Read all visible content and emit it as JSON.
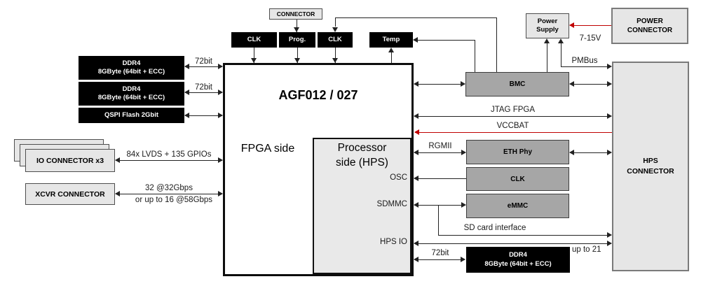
{
  "colors": {
    "red": "#c00000",
    "black_box": "#000000",
    "gray_box": "#a6a6a6",
    "light_box": "#e6e6e6",
    "inner_box": "#e9e9e9",
    "line": "#222222"
  },
  "top": {
    "connector": "CONNECTOR",
    "clk_left": "CLK",
    "prog": "Prog.",
    "clk_right": "CLK",
    "temp": "Temp"
  },
  "left": {
    "ddr4_top": {
      "line1": "DDR4",
      "line2": "8GByte (64bit + ECC)"
    },
    "ddr4_mid": {
      "line1": "DDR4",
      "line2": "8GByte (64bit + ECC)"
    },
    "qspi": "QSPI Flash 2Gbit",
    "io_connector": "IO CONNECTOR x3",
    "xcvr_connector": "XCVR CONNECTOR"
  },
  "fpga": {
    "title": "AGF012 / 027",
    "fpga_side": "FPGA side",
    "processor": {
      "line1": "Processor",
      "line2": "side (HPS)"
    },
    "ports": {
      "osc": "OSC",
      "sdmmc": "SDMMC",
      "hps_io": "HPS IO"
    }
  },
  "right": {
    "bmc": "BMC",
    "eth_phy": "ETH Phy",
    "clk": "CLK",
    "emmc": "eMMC",
    "ddr4_hps": {
      "line1": "DDR4",
      "line2": "8GByte (64bit + ECC)"
    },
    "power_supply": {
      "line1": "Power",
      "line2": "Supply"
    },
    "power_connector": {
      "line1": "POWER",
      "line2": "CONNECTOR"
    },
    "hps_connector": {
      "line1": "HPS",
      "line2": "CONNECTOR"
    }
  },
  "links": {
    "ddr4_top_bus": "72bit",
    "ddr4_mid_bus": "72bit",
    "ddr4_hps_bus": "72bit",
    "io_bus": "84x LVDS + 135 GPIOs",
    "xcvr_rate_1": "32 @32Gbps",
    "xcvr_rate_2": "or up to 16 @58Gbps",
    "jtag": "JTAG FPGA",
    "vccbat": "VCCBAT",
    "pmbus": "PMBus",
    "power_in": "7-15V",
    "rgmii": "RGMII",
    "sd_card": "SD card interface",
    "up_to": "up to 21"
  }
}
